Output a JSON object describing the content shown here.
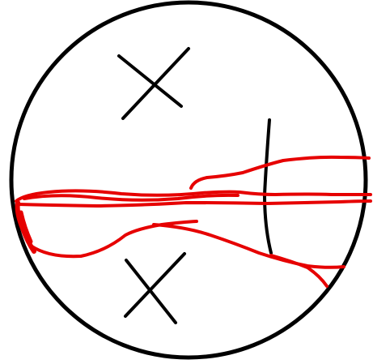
{
  "drawing": {
    "colors": {
      "outline": "#000000",
      "marks": "#000000",
      "scribble": "#e60000",
      "background": "#ffffff"
    },
    "elements": [
      {
        "name": "circle-boundary",
        "kind": "circle"
      },
      {
        "name": "upper-x-mark",
        "kind": "x-mark"
      },
      {
        "name": "lower-x-mark",
        "kind": "x-mark"
      },
      {
        "name": "vertical-line-mark",
        "kind": "line"
      },
      {
        "name": "red-scribble-strokes",
        "kind": "freehand"
      }
    ]
  }
}
